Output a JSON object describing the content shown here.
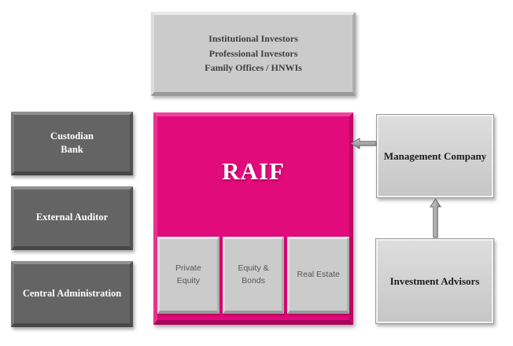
{
  "colors": {
    "magenta": "#e10b7b",
    "magenta-bevel-light": "#f0459c",
    "magenta-bevel-mid": "#e7338f",
    "magenta-bevel-dark": "#a6055b",
    "magenta-bevel-shade": "#c00868",
    "dark-gray": "#646464",
    "dark-bevel-light": "#8f8f8f",
    "dark-bevel-mid": "#7a7a7a",
    "dark-bevel-dark": "#474747",
    "dark-bevel-shade": "#525252",
    "light-gray": "#cbcbcb",
    "light-bevel-light": "#e9e9e9",
    "light-bevel-mid": "#dcdcdc",
    "light-bevel-dark": "#999999",
    "light-bevel-shade": "#adadad",
    "panel-top": "#dedede",
    "panel-bottom": "#c6c6c6",
    "panel-border": "#9a9a9a",
    "label-dark": "#3f3f3f",
    "label-muted": "#555555",
    "label-white": "#ffffff",
    "label-black": "#1c1c1c"
  },
  "investors": {
    "lines": [
      "Institutional Investors",
      "Professional Investors",
      "Family Offices / HNWIs"
    ]
  },
  "left_column": [
    {
      "label": [
        "Custodian",
        "Bank"
      ]
    },
    {
      "label": "External Auditor"
    },
    {
      "label": "Central Administration"
    }
  ],
  "raif": {
    "title": "RAIF",
    "compartments": [
      {
        "label": [
          "Private",
          "Equity"
        ]
      },
      {
        "label": [
          "Equity &",
          "Bonds"
        ]
      },
      {
        "label": "Real Estate"
      }
    ]
  },
  "right_column": [
    {
      "label": "Management Company"
    },
    {
      "label": "Investment Advisors"
    }
  ],
  "arrows": [
    {
      "name": "management-to-raif",
      "direction": "left"
    },
    {
      "name": "advisors-to-management",
      "direction": "up"
    }
  ]
}
